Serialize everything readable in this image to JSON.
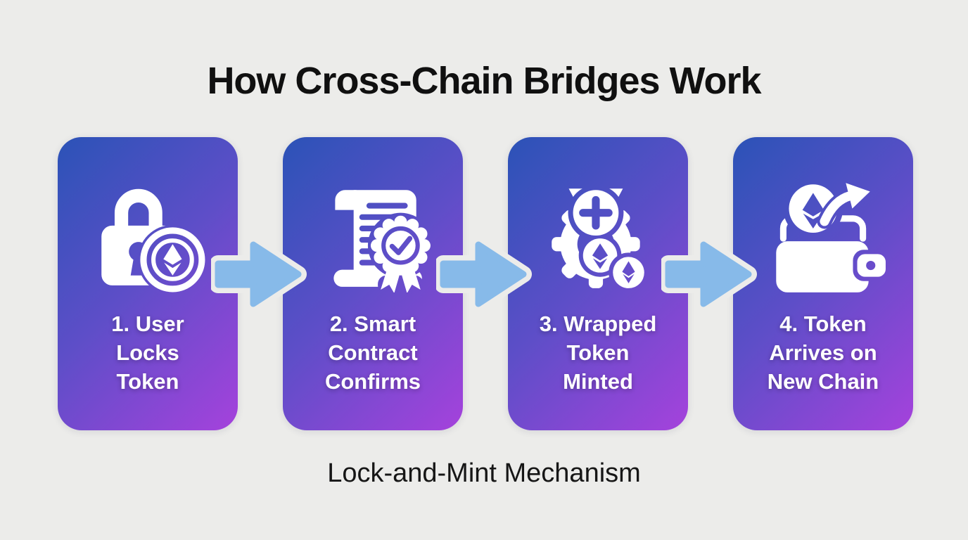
{
  "title": "How Cross-Chain Bridges Work",
  "caption": "Lock-and-Mint Mechanism",
  "colors": {
    "background": "#ECECEA",
    "card_gradient_start": "#2B53B7",
    "card_gradient_mid": "#5E4EC8",
    "card_gradient_end": "#A542DC",
    "arrow_fill": "#87BAE9",
    "card_text": "#FFFFFF",
    "title_text": "#101010"
  },
  "steps": [
    {
      "label": "1. User\nLocks\nToken",
      "icon": "lock-with-eth-coin-icon"
    },
    {
      "label": "2. Smart\nContract\nConfirms",
      "icon": "contract-verified-badge-icon"
    },
    {
      "label": "3. Wrapped\nToken\nMinted",
      "icon": "mint-gear-eth-coins-icon"
    },
    {
      "label": "4. Token\nArrives on\nNew Chain",
      "icon": "wallet-receive-eth-icon"
    }
  ]
}
